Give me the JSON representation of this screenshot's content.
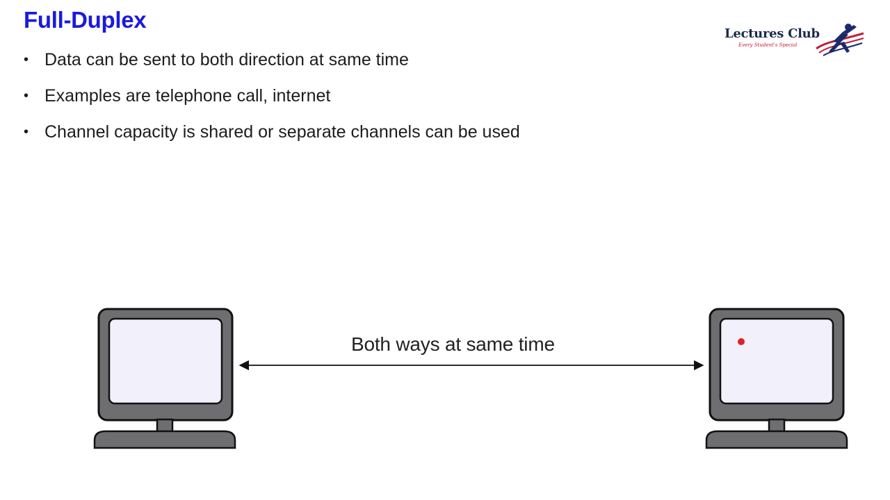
{
  "slide": {
    "title": "Full-Duplex",
    "bullets": [
      "Data can be sent to both direction at same time",
      "Examples are telephone call, internet",
      "Channel capacity is shared or separate channels can be used"
    ]
  },
  "logo": {
    "name": "Lectures Club",
    "tagline": "Every Student's Special"
  },
  "diagram": {
    "arrow_label": "Both ways at same time",
    "nodes": [
      "computer-left",
      "computer-right"
    ],
    "colors": {
      "monitor_frame": "#6e6e70",
      "screen": "#f1f0fb",
      "outline": "#111111",
      "pointer": "#e0202a"
    }
  }
}
